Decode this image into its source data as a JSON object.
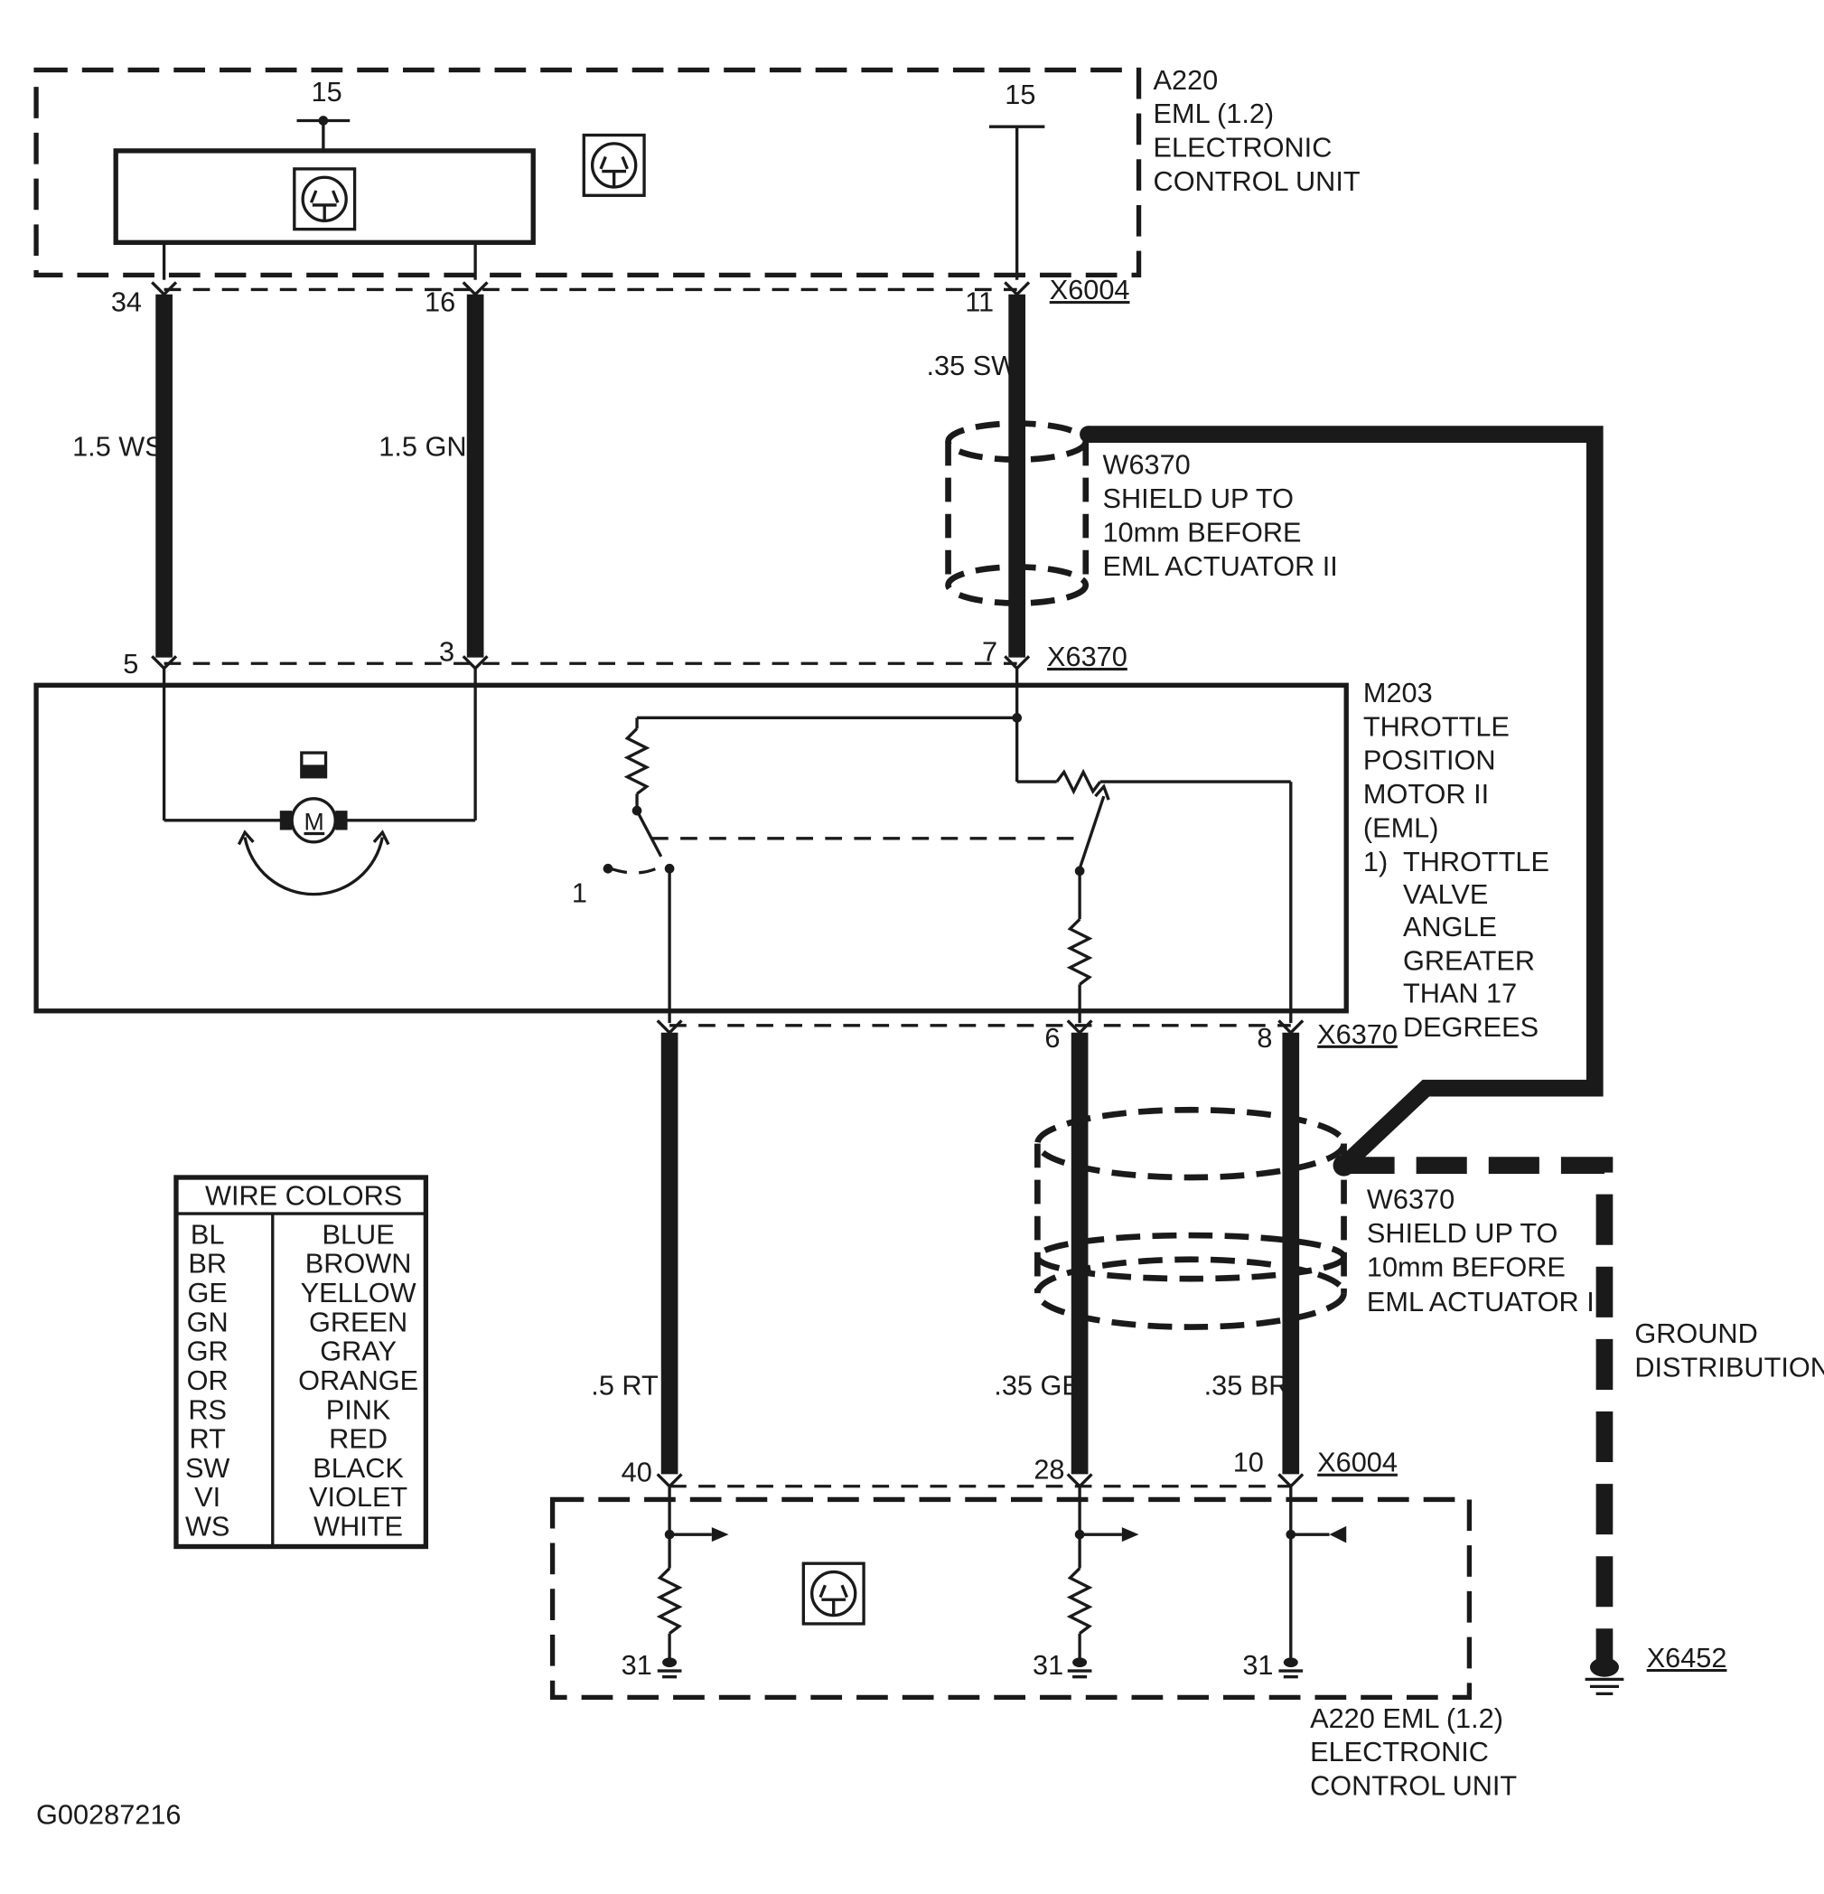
{
  "ecu_top": {
    "title_lines": [
      "A220",
      "EML (1.2)",
      "ELECTRONIC",
      "CONTROL UNIT"
    ],
    "terminal_15_left": "15",
    "terminal_15_right": "15",
    "connector": "X6004",
    "pins": [
      "34",
      "16",
      "11"
    ]
  },
  "wires_upper": {
    "left": "1.5 WS",
    "middle": "1.5 GN",
    "right": ".35 SW"
  },
  "shield_upper": {
    "lines": [
      "W6370",
      "SHIELD UP TO",
      "10mm BEFORE",
      "EML ACTUATOR II"
    ]
  },
  "motor": {
    "connector_top": "X6370",
    "pins_top": [
      "5",
      "3",
      "7"
    ],
    "title_lines": [
      "M203",
      "THROTTLE",
      "POSITION",
      "MOTOR II",
      "(EML)"
    ],
    "note_number": "1)",
    "note_lines": [
      "THROTTLE",
      "VALVE",
      "ANGLE",
      "GREATER",
      "THAN 17",
      "DEGREES"
    ],
    "switch_note_ref": "1",
    "motor_symbol": "M",
    "connector_bottom": "X6370",
    "pins_bottom": [
      "6",
      "8"
    ]
  },
  "shield_lower": {
    "lines": [
      "W6370",
      "SHIELD UP TO",
      "10mm BEFORE",
      "EML ACTUATOR II"
    ]
  },
  "wires_lower": {
    "left": ".5 RT",
    "middle": ".35 GE",
    "right": ".35 BR"
  },
  "ecu_bottom": {
    "connector": "X6004",
    "pins": [
      "40",
      "28",
      "10"
    ],
    "ground_labels": [
      "31",
      "31",
      "31"
    ],
    "title_lines": [
      "A220 EML (1.2)",
      "ELECTRONIC",
      "CONTROL UNIT"
    ]
  },
  "ground": {
    "lines": [
      "GROUND",
      "DISTRIBUTION"
    ],
    "connector": "X6452"
  },
  "wire_colors": {
    "header": "WIRE COLORS",
    "rows": [
      {
        "code": "BL",
        "name": "BLUE"
      },
      {
        "code": "BR",
        "name": "BROWN"
      },
      {
        "code": "GE",
        "name": "YELLOW"
      },
      {
        "code": "GN",
        "name": "GREEN"
      },
      {
        "code": "GR",
        "name": "GRAY"
      },
      {
        "code": "OR",
        "name": "ORANGE"
      },
      {
        "code": "RS",
        "name": "PINK"
      },
      {
        "code": "RT",
        "name": "RED"
      },
      {
        "code": "SW",
        "name": "BLACK"
      },
      {
        "code": "VI",
        "name": "VIOLET"
      },
      {
        "code": "WS",
        "name": "WHITE"
      }
    ]
  },
  "figure_id": "G00287216"
}
